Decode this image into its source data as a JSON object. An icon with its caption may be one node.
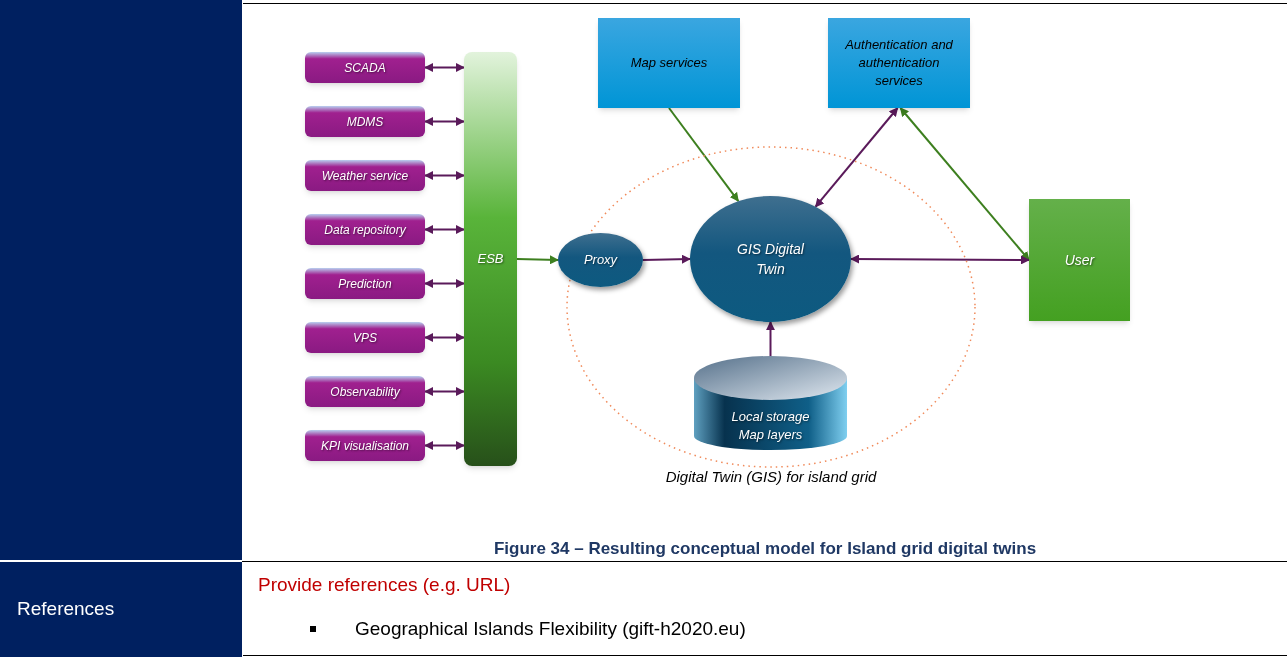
{
  "diagram": {
    "caption": "Figure 34 – Resulting conceptual model for Island grid digital twins",
    "nodes": [
      {
        "text": [
          "SCADA"
        ]
      },
      {
        "text": [
          "MDMS"
        ]
      },
      {
        "text": [
          "Weather service"
        ]
      },
      {
        "text": [
          "Data repository"
        ]
      },
      {
        "text": [
          "Prediction"
        ]
      },
      {
        "text": [
          "VPS"
        ]
      },
      {
        "text": [
          "Observability"
        ]
      },
      {
        "text": [
          "KPI visualisation"
        ]
      },
      {
        "text": [
          "ESB"
        ]
      },
      {
        "text": [
          "Map services"
        ]
      },
      {
        "text": [
          "Authentication and authentication services"
        ]
      },
      {
        "text": [
          "Digital Twin (GIS) for island grid"
        ]
      },
      {
        "text": [
          "Proxy"
        ]
      },
      {
        "text": [
          "GIS Digital Twin"
        ],
        "in": 11
      },
      {
        "text": [
          "User"
        ]
      },
      {
        "text": [
          "Local storage Map layers"
        ],
        "in": 11
      }
    ],
    "edges": [
      {
        "from": 0,
        "to": 8,
        "arrow": "both"
      },
      {
        "from": 1,
        "to": 8,
        "arrow": "both"
      },
      {
        "from": 2,
        "to": 8,
        "arrow": "both"
      },
      {
        "from": 3,
        "to": 8,
        "arrow": "both"
      },
      {
        "from": 4,
        "to": 8,
        "arrow": "both"
      },
      {
        "from": 5,
        "to": 8,
        "arrow": "both"
      },
      {
        "from": 6,
        "to": 8,
        "arrow": "both"
      },
      {
        "from": 7,
        "to": 8,
        "arrow": "both"
      },
      {
        "from": 8,
        "to": 12,
        "arrow": "to",
        "color": "#3d7f1f"
      },
      {
        "from": 9,
        "to": 13,
        "arrow": "to",
        "color": "#3d7f1f"
      },
      {
        "from": 13,
        "to": 10,
        "arrow": "both"
      },
      {
        "from": 10,
        "to": 14,
        "arrow": "both",
        "color": "#3d7f1f"
      },
      {
        "from": 12,
        "to": 13,
        "arrow": "to"
      },
      {
        "from": 13,
        "to": 14,
        "arrow": "both"
      },
      {
        "from": 15,
        "to": 13,
        "arrow": "to"
      }
    ],
    "labels": [
      "References",
      "Provide references (e.g. URL)",
      "Geographical Islands Flexibility (gift-h2020.eu)"
    ]
  }
}
